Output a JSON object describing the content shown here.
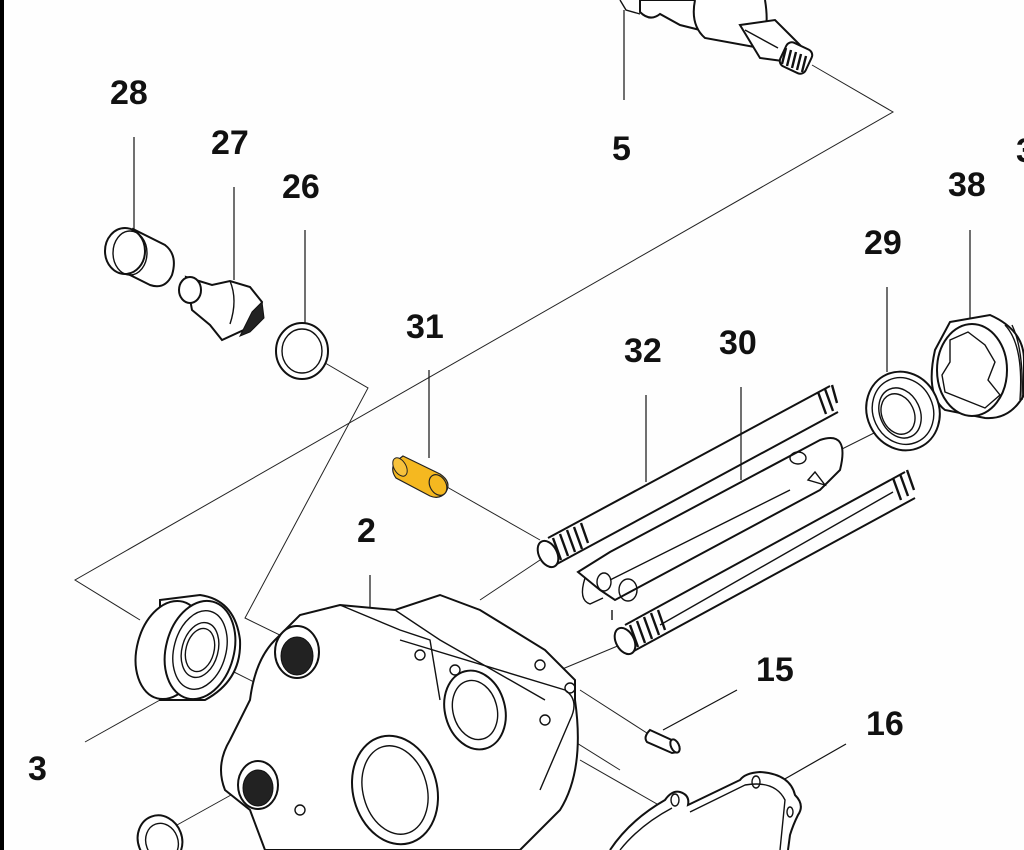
{
  "diagram": {
    "type": "exploded-parts-diagram",
    "highlight_color": "#F5B820",
    "highlighted_part": "31",
    "callouts": [
      {
        "id": "5",
        "label": "5"
      },
      {
        "id": "28",
        "label": "28"
      },
      {
        "id": "27",
        "label": "27"
      },
      {
        "id": "26",
        "label": "26"
      },
      {
        "id": "38",
        "label": "38"
      },
      {
        "id": "29",
        "label": "29"
      },
      {
        "id": "31",
        "label": "31"
      },
      {
        "id": "32",
        "label": "32"
      },
      {
        "id": "30",
        "label": "30"
      },
      {
        "id": "2",
        "label": "2"
      },
      {
        "id": "15",
        "label": "15"
      },
      {
        "id": "16",
        "label": "16"
      },
      {
        "id": "3",
        "label": "3"
      }
    ]
  }
}
